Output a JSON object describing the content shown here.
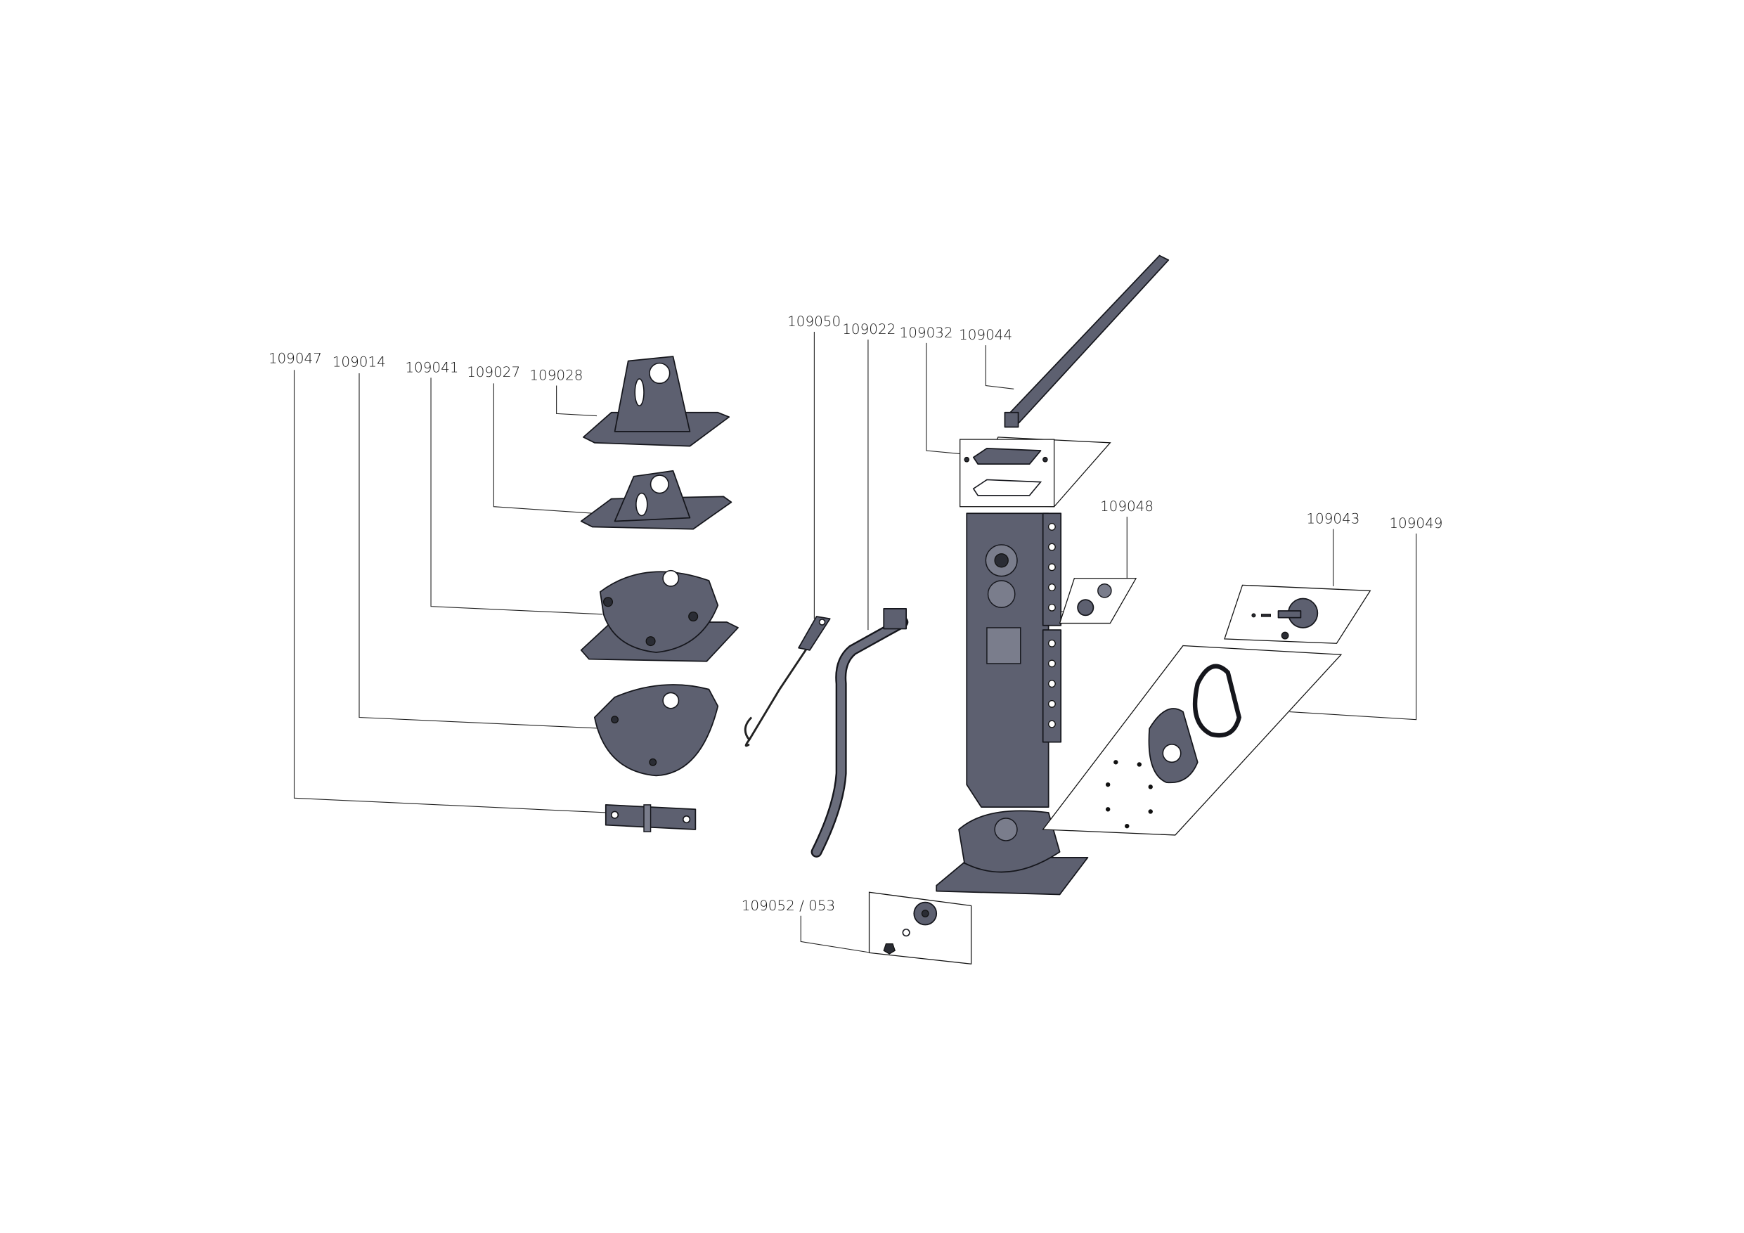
{
  "diagram": {
    "title": "Landing gear exploded parts view",
    "labels": {
      "p109047": "109047",
      "p109014": "109014",
      "p109041": "109041",
      "p109027": "109027",
      "p109028": "109028",
      "p109050": "109050",
      "p109022": "109022",
      "p109032": "109032",
      "p109044": "109044",
      "p109048": "109048",
      "p109043": "109043",
      "p109049": "109049",
      "p109052": "109052 / 053"
    },
    "colors": {
      "part": "#5d6070",
      "outline": "#15161c",
      "background": "#ffffff"
    }
  }
}
